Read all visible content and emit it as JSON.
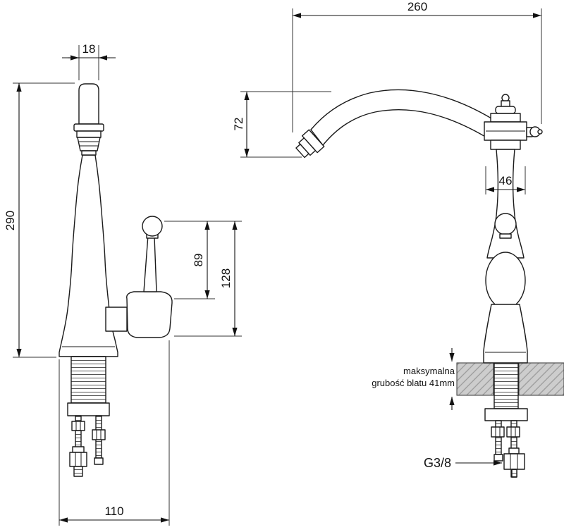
{
  "diagram": {
    "subject": "kitchen faucet dimensional technical drawing, two views",
    "colors": {
      "line": "#111111",
      "countertop_fill": "#cdcdcd",
      "countertop_hatch": "#9a9a9a"
    },
    "left_view": {
      "dim_spout_width": "18",
      "dim_total_height": "290",
      "dim_handle_height": "89",
      "dim_handle_overall": "128",
      "dim_base_width": "110"
    },
    "right_view": {
      "dim_spout_reach": "260",
      "dim_spout_height": "72",
      "dim_body_width": "46",
      "countertop_note_line1": "maksymalna",
      "countertop_note_line2": "grubość blatu 41mm",
      "thread_label": "G3/8"
    }
  }
}
